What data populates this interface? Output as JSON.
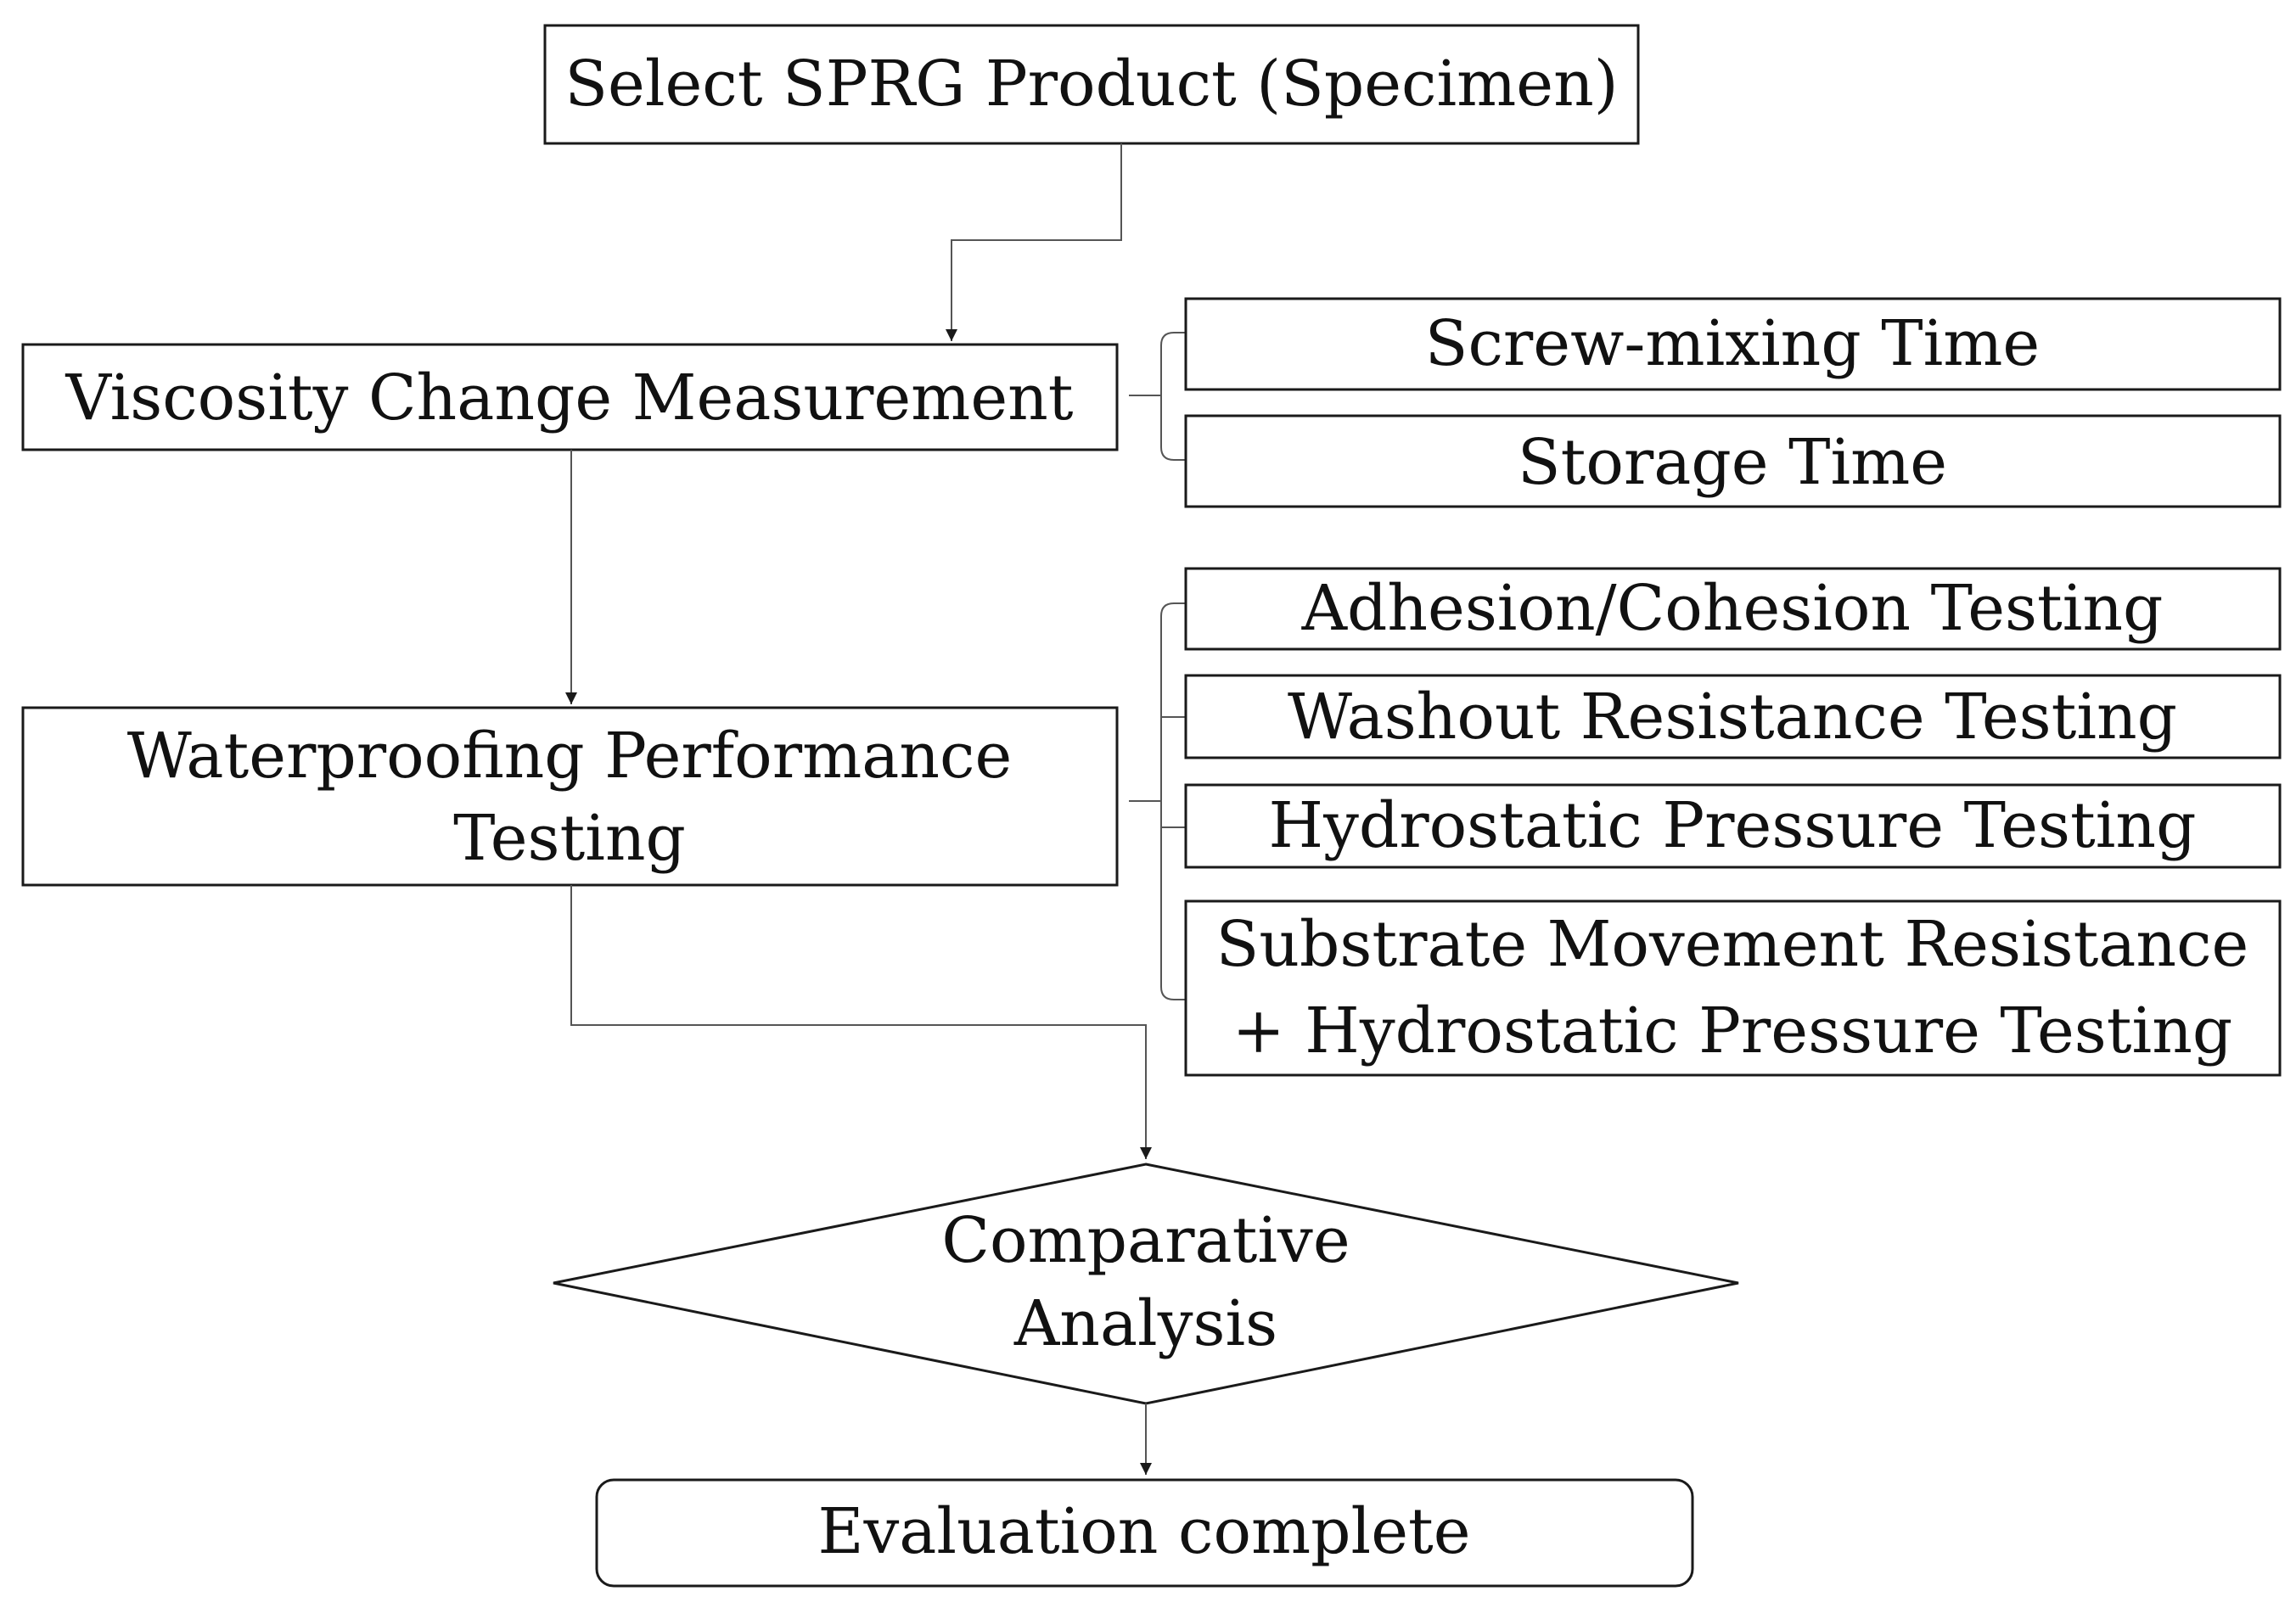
{
  "flowchart": {
    "start": {
      "label": "Select SPRG Product (Specimen)"
    },
    "viscosity": {
      "label": "Viscosity Change Measurement"
    },
    "viscosity_items": [
      {
        "label": "Screw-mixing Time"
      },
      {
        "label": "Storage Time"
      }
    ],
    "waterproofing": {
      "line1": "Waterproofing Performance",
      "line2": "Testing"
    },
    "waterproofing_items": [
      {
        "line1": "Adhesion/Cohesion Testing",
        "line2": ""
      },
      {
        "line1": "Washout Resistance Testing",
        "line2": ""
      },
      {
        "line1": "Hydrostatic Pressure Testing",
        "line2": ""
      },
      {
        "line1": "Substrate Movement Resistance",
        "line2": "+ Hydrostatic Pressure Testing"
      }
    ],
    "decision": {
      "line1": "Comparative",
      "line2": "Analysis"
    },
    "end": {
      "label": "Evaluation complete"
    }
  },
  "colors": {
    "stroke": "#1a1a1a",
    "connector": "#555555",
    "text": "#111111",
    "background": "#ffffff"
  }
}
